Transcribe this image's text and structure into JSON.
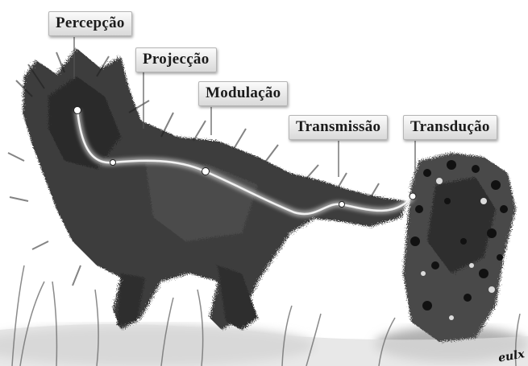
{
  "diagram": {
    "stages": [
      {
        "id": "percepcao",
        "label": "Percepção"
      },
      {
        "id": "projeccao",
        "label": "Projecção"
      },
      {
        "id": "modulacao",
        "label": "Modulação"
      },
      {
        "id": "transmissao",
        "label": "Transmissão"
      },
      {
        "id": "transducao",
        "label": "Transdução"
      }
    ],
    "pathway_color": "#f2f2f2",
    "image_tone": "grayscale"
  },
  "signature": "eulx"
}
